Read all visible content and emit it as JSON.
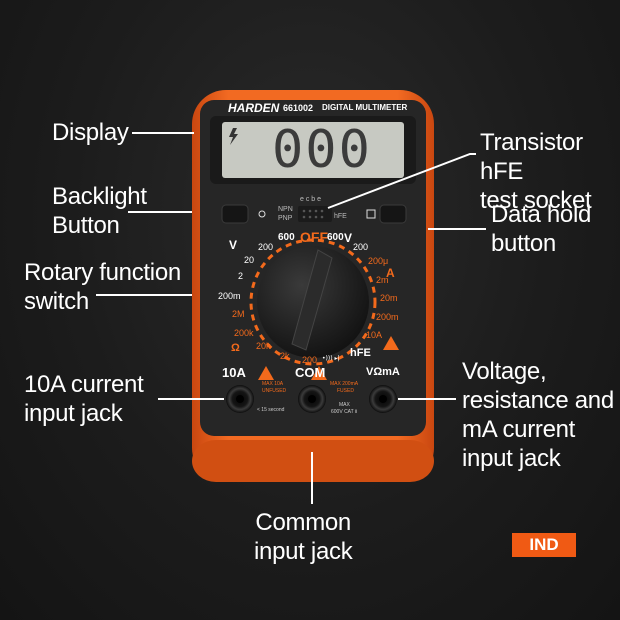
{
  "device": {
    "brand": "HARDEN",
    "model": "661002",
    "title": "DIGITAL MULTIMETER",
    "display_reading": "000",
    "off_label": "OFF",
    "hfe_label": "hFE",
    "com_label": "COM",
    "jack_10a": "10A",
    "jack_vohm": "VΩmA",
    "warn_left_1": "MAX 10A",
    "warn_left_2": "UNFUSED",
    "warn_left_3": "< 15 second",
    "warn_mid_1": "MAX 200mA",
    "warn_mid_2": "FUSED",
    "warn_mid_3": "MAX",
    "warn_mid_4": "600V CAT Ⅱ",
    "socket_top": "e c b e",
    "socket_npn": "NPN",
    "socket_pnp": "PNP",
    "socket_hfe": "hFE",
    "dial": {
      "v_dc_600": "600",
      "v_dc_200": "200",
      "v_ac_600": "600",
      "v_ac_200": "200",
      "a_200u": "200μ",
      "a_2m": "2m",
      "a_20m": "20m",
      "a_200m": "200m",
      "a_10a": "10A",
      "r_200": "200",
      "r_2k": "2k",
      "r_20k": "20k",
      "r_200k": "200k",
      "r_2m": "2M",
      "v_20": "20",
      "v_2": "2",
      "v_200m": "200m",
      "v_label": "V",
      "v_ac_label": "V",
      "a_label": "A",
      "ohm_label": "Ω",
      "diode_label": "•))) ▸|"
    }
  },
  "annotations": {
    "display": "Display",
    "backlight": "Backlight\nButton",
    "rotary": "Rotary function\nswitch",
    "jack_10a": "10A current\ninput jack",
    "common": "Common\ninput jack",
    "transistor": "Transistor hFE\ntest socket",
    "data_hold": "Data hold\nbutton",
    "voltage": "Voltage,\nresistance and\nmA current\ninput jack"
  },
  "badge": "IND",
  "colors": {
    "housing_orange": "#ee5a16",
    "panel": "#2a2a2a",
    "lcd": "#c9cbc4",
    "accent": "#f36a1c",
    "badge": "#f05a14"
  }
}
